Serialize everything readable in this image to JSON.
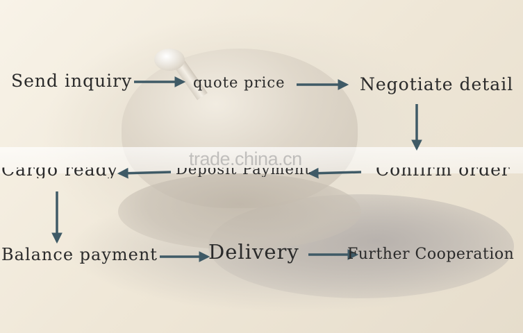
{
  "steps": {
    "send_inquiry": "Send inquiry",
    "quote_price": "quote price",
    "negotiate_detail": "Negotiate detail",
    "confirm_order": "Confirm order",
    "deposit_payment": "Deposit Payment",
    "cargo_ready": "Cargo ready",
    "balance_payment": "Balance payment",
    "delivery": "Delivery",
    "further_cooperation": "Further Cooperation"
  },
  "watermark": "trade.china.cn",
  "colors": {
    "arrow": "#3f5a66",
    "text": "#2a2a2a"
  }
}
